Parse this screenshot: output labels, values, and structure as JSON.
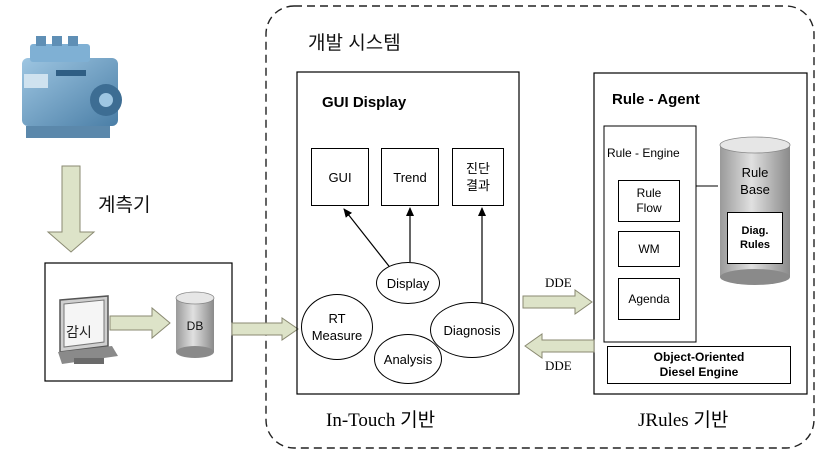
{
  "title": "개발 시스템",
  "measure_label": "계측기",
  "monitor": {
    "label": "감시"
  },
  "db": {
    "label": "DB"
  },
  "gui_display": {
    "title": "GUI Display",
    "gui": "GUI",
    "trend": "Trend",
    "diag_result_line1": "진단",
    "diag_result_line2": "결과",
    "display": "Display",
    "rt_measure_line1": "RT",
    "rt_measure_line2": "Measure",
    "analysis": "Analysis",
    "diagnosis": "Diagnosis",
    "footer": "In-Touch 기반"
  },
  "rule_agent": {
    "title": "Rule - Agent",
    "engine_title": "Rule - Engine",
    "rule_flow_line1": "Rule",
    "rule_flow_line2": "Flow",
    "wm": "WM",
    "agenda": "Agenda",
    "rule_base_line1": "Rule",
    "rule_base_line2": "Base",
    "diag_rules_line1": "Diag.",
    "diag_rules_line2": "Rules",
    "ood_line1": "Object-Oriented",
    "ood_line2": "Diesel Engine",
    "footer": "JRules 기반"
  },
  "dde_top": "DDE",
  "dde_bottom": "DDE",
  "colors": {
    "arrow_fill": "#dde3c8",
    "engine_blue": "#6a9fc4",
    "monitor_gray": "#8a8a8a"
  }
}
